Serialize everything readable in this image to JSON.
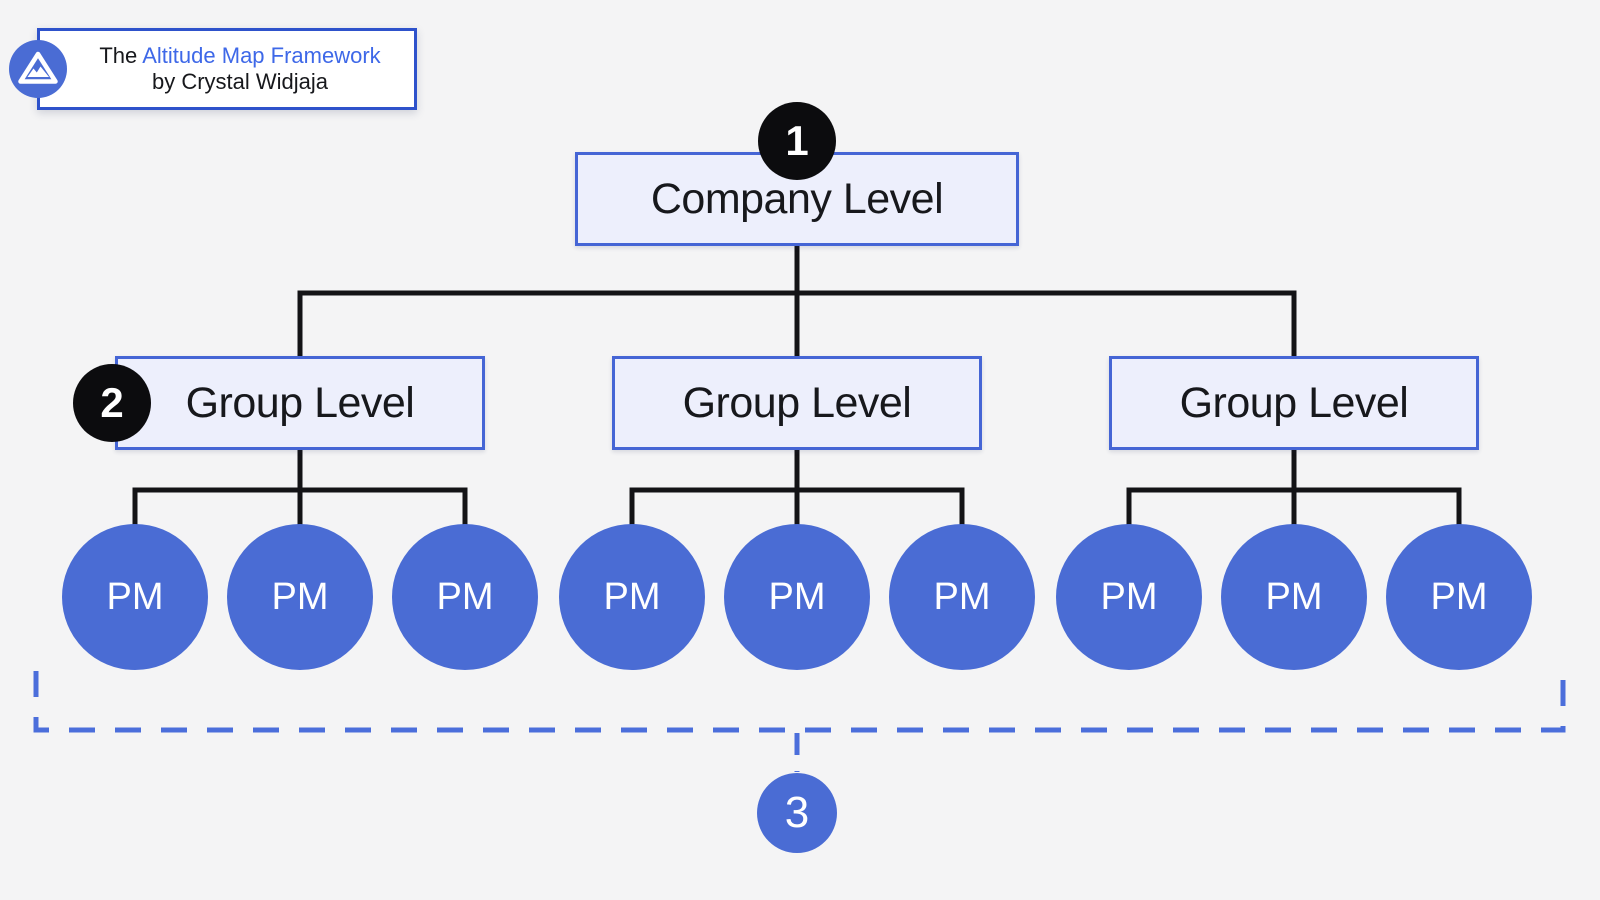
{
  "badge": {
    "title_prefix": "The",
    "title_highlight": "Altitude Map Framework",
    "subtitle": "by Crystal Widjaja",
    "logo_icon": "mountain-icon"
  },
  "steps": [
    {
      "number": "1",
      "color": "#0c0c0e"
    },
    {
      "number": "2",
      "color": "#0c0c0e"
    },
    {
      "number": "3",
      "color": "#4a6cd4"
    }
  ],
  "nodes": {
    "company": {
      "label": "Company Level"
    },
    "groups": [
      {
        "label": "Group Level"
      },
      {
        "label": "Group Level"
      },
      {
        "label": "Group Level"
      }
    ],
    "pm_label": "PM",
    "pm_count": 9
  },
  "colors": {
    "background": "#f4f4f5",
    "node_fill": "#edeffc",
    "node_border": "#4565d5",
    "pm_blue": "#4a6cd4",
    "tree_line": "#131316",
    "dashed_line": "#4b6edb",
    "badge_border": "#2e52cb",
    "badge_highlight": "#3e68e8",
    "text_dark": "#17181c"
  }
}
